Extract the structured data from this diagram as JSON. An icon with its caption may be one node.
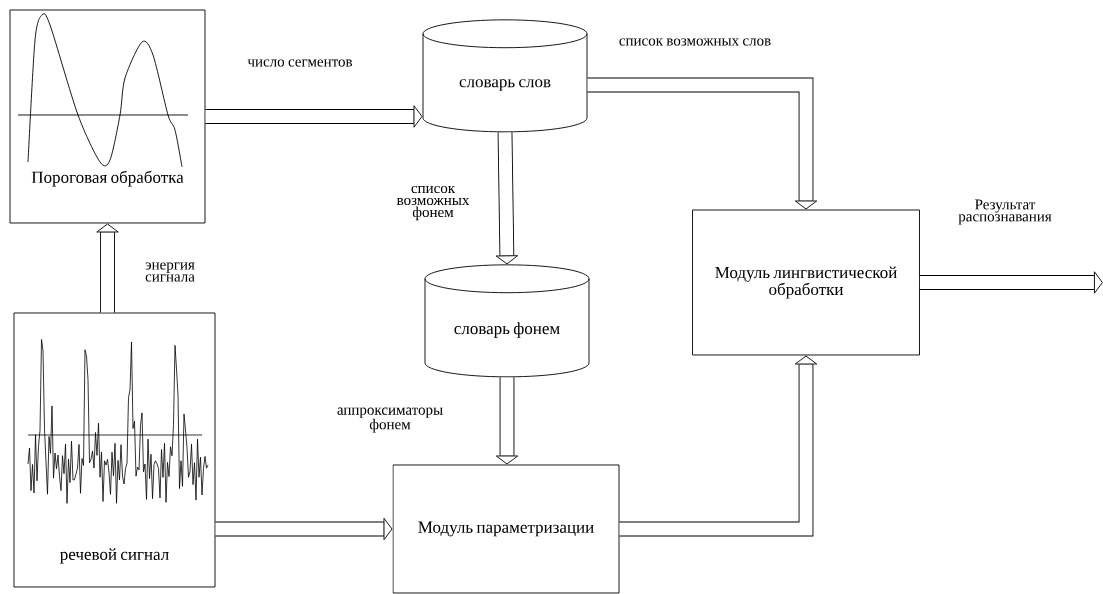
{
  "diagram": {
    "nodes": [
      {
        "text": [
          "Пороговая обработка"
        ]
      },
      {
        "text": [
          "словарь слов"
        ]
      },
      {
        "text": [
          "словарь фонем"
        ]
      },
      {
        "text": [
          "Модуль параметризации"
        ]
      },
      {
        "text": [
          "Модуль лингвистической обработки"
        ]
      },
      {
        "text": [
          "речевой сигнал"
        ]
      }
    ],
    "edges": [
      {
        "from": 5,
        "to": 0,
        "arrow": "to",
        "label": "энергия сигнала"
      },
      {
        "from": 0,
        "to": 1,
        "arrow": "to",
        "label": "число сегментов"
      },
      {
        "from": 1,
        "to": 2,
        "arrow": "to",
        "label": "список возможных фонем"
      },
      {
        "from": 1,
        "to": 4,
        "arrow": "to",
        "label": "список возможных слов"
      },
      {
        "from": 2,
        "to": 3,
        "arrow": "to",
        "label": "аппроксиматоры фонем"
      },
      {
        "from": 5,
        "to": 3,
        "arrow": "to"
      },
      {
        "from": 3,
        "to": 4,
        "arrow": "to"
      },
      {
        "from": 4,
        "to": null,
        "arrow": "to",
        "label": "Результат распознавания"
      }
    ]
  }
}
